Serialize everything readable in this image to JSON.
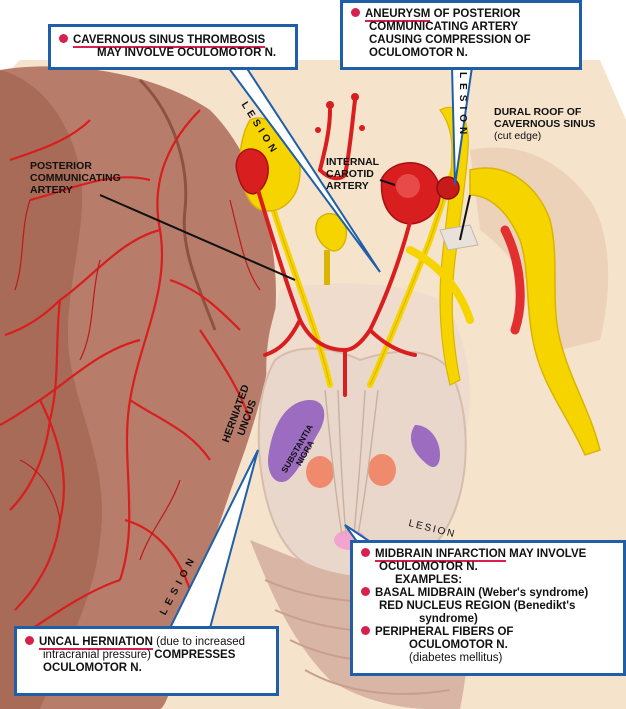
{
  "callouts": {
    "cavernous": {
      "title": "CAVERNOUS SINUS THROMBOSIS",
      "line2": "MAY INVOLVE OCULOMOTOR N."
    },
    "aneurysm": {
      "title": "ANEURYSM",
      "rest1": "OF POSTERIOR",
      "line2": "COMMUNICATING ARTERY",
      "line3": "CAUSING COMPRESSION OF",
      "line4": "OCULOMOTOR N."
    },
    "midbrain": {
      "title": "MIDBRAIN INFARCTION",
      "rest1": "MAY INVOLVE",
      "line2": "OCULOMOTOR N.",
      "line3": "EXAMPLES:",
      "item1": "BASAL MIDBRAIN (Weber's syndrome)",
      "item2a": "RED NUCLEUS REGION (Benedikt's",
      "item2b": "syndrome)",
      "item3a": "PERIPHERAL FIBERS OF",
      "item3b": "OCULOMOTOR N.",
      "item3c": "(diabetes mellitus)"
    },
    "uncal": {
      "title": "UNCAL HERNIATION",
      "rest1": "(due to increased",
      "line2a": "intracranial pressure)",
      "line2b": "COMPRESSES",
      "line3": "OCULOMOTOR N."
    }
  },
  "labels": {
    "posterior_comm": [
      "POSTERIOR",
      "COMMUNICATING",
      "ARTERY"
    ],
    "internal_carotid": [
      "INTERNAL",
      "CAROTID",
      "ARTERY"
    ],
    "dural_roof": [
      "DURAL ROOF OF",
      "CAVERNOUS SINUS"
    ],
    "cut_edge": "(cut edge)",
    "herniated_uncus": [
      "HERNIATED",
      "UNCUS"
    ],
    "substantia_nigra": [
      "SUBSTANTIA",
      "NIGRA"
    ],
    "lesion": "LESION"
  },
  "colors": {
    "artery": "#d81e1e",
    "nerve": "#f5d400",
    "callout_border": "#1f5fa8",
    "bullet": "#d8204e",
    "brain": "#b87d6a",
    "midbrain": "#ead7cb",
    "substantia": "#9b6cc0",
    "red_nucleus": "#f08a6c",
    "background": "#f6e3cc"
  }
}
